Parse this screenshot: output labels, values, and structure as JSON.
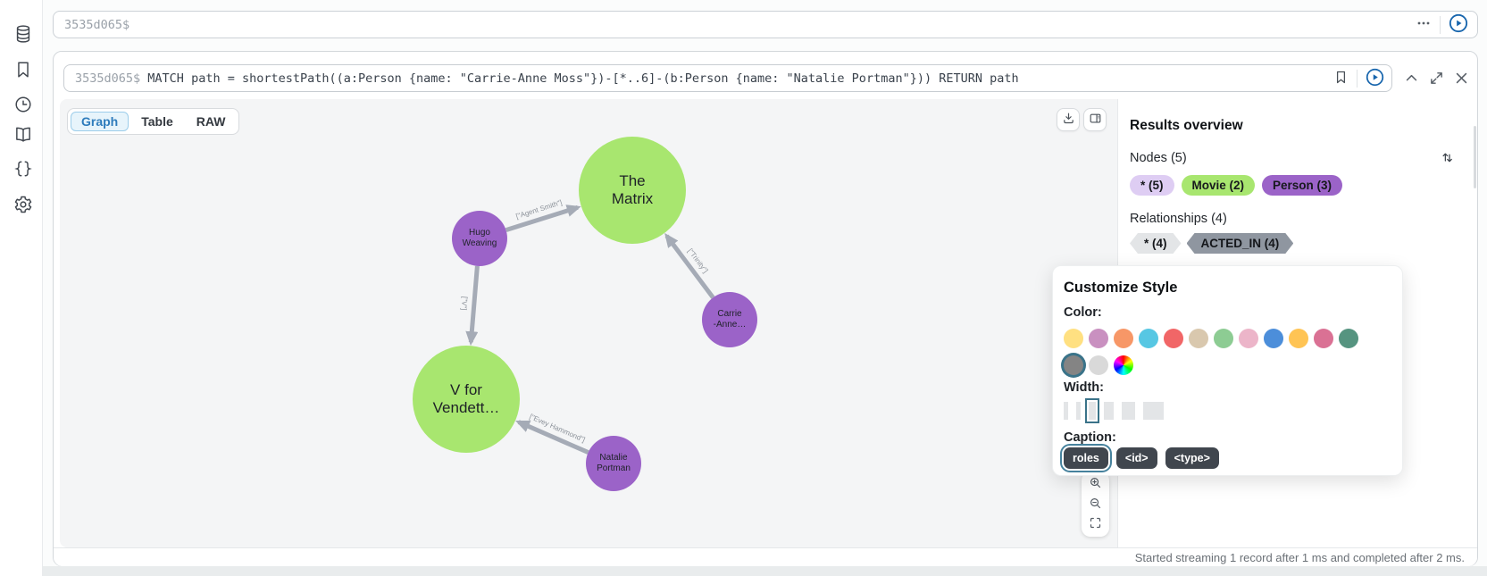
{
  "sidebar": {
    "icons": [
      "database",
      "bookmarks",
      "history",
      "documentation",
      "code-snippets",
      "settings"
    ]
  },
  "topbar": {
    "prompt": "3535d065$"
  },
  "editor": {
    "prompt": "3535d065$",
    "query": "MATCH path = shortestPath((a:Person {name: \"Carrie-Anne Moss\"})-[*..6]-(b:Person {name: \"Natalie Portman\"})) RETURN path"
  },
  "view_tabs": {
    "graph": "Graph",
    "table": "Table",
    "raw": "RAW"
  },
  "graph": {
    "edge_color": "#A5ABB6",
    "nodes": [
      {
        "lines": [
          "The",
          "Matrix"
        ],
        "color": "#A8E66F"
      },
      {
        "lines": [
          "Hugo",
          "Weaving"
        ],
        "color": "#9B63C8"
      },
      {
        "lines": [
          "Carrie",
          "-Anne…"
        ],
        "color": "#9B63C8"
      },
      {
        "lines": [
          "V for",
          "Vendett…"
        ],
        "color": "#A8E66F"
      },
      {
        "lines": [
          "Natalie",
          "Portman"
        ],
        "color": "#9B63C8"
      }
    ],
    "edge_labels": [
      "[\"Agent Smith\"]",
      "[\"Trinity\"]",
      "[\"V\"]",
      "[\"Evey Hammond\"]"
    ]
  },
  "results": {
    "title": "Results overview",
    "nodes_heading": "Nodes (5)",
    "node_pills": [
      {
        "label": "* (5)",
        "bg": "#DECDF3"
      },
      {
        "label": "Movie (2)",
        "bg": "#A8E66F"
      },
      {
        "label": "Person (3)",
        "bg": "#9B63C8"
      }
    ],
    "relationships_heading": "Relationships (4)",
    "relationship_badges": [
      {
        "label": "* (4)",
        "bg": "#E3E5E7"
      },
      {
        "label": "ACTED_IN (4)",
        "bg": "#8F96A0"
      }
    ]
  },
  "style_popup": {
    "title": "Customize Style",
    "color_label": "Color:",
    "palette": [
      "#FFE081",
      "#C990C0",
      "#F79767",
      "#57C7E3",
      "#F16667",
      "#D9C8AE",
      "#8DCC93",
      "#ECB5C9",
      "#4C8EDA",
      "#FFC454",
      "#DA7194",
      "#569480"
    ],
    "palette_row2": {
      "selected": "#848484",
      "light": "#D9D9D9",
      "rainbow": "rainbow-wheel"
    },
    "selected_ring": "#3A7389",
    "width_label": "Width:",
    "width_options": [
      5,
      5,
      8,
      11,
      15,
      23
    ],
    "selected_width_index": 2,
    "caption_label": "Caption:",
    "caption_options": [
      {
        "label": "roles",
        "selected": true
      },
      {
        "label": "<id>",
        "selected": false
      },
      {
        "label": "<type>",
        "selected": false
      }
    ]
  },
  "status_bar": {
    "message": "Started streaming 1 record after 1 ms and completed after 2 ms."
  }
}
